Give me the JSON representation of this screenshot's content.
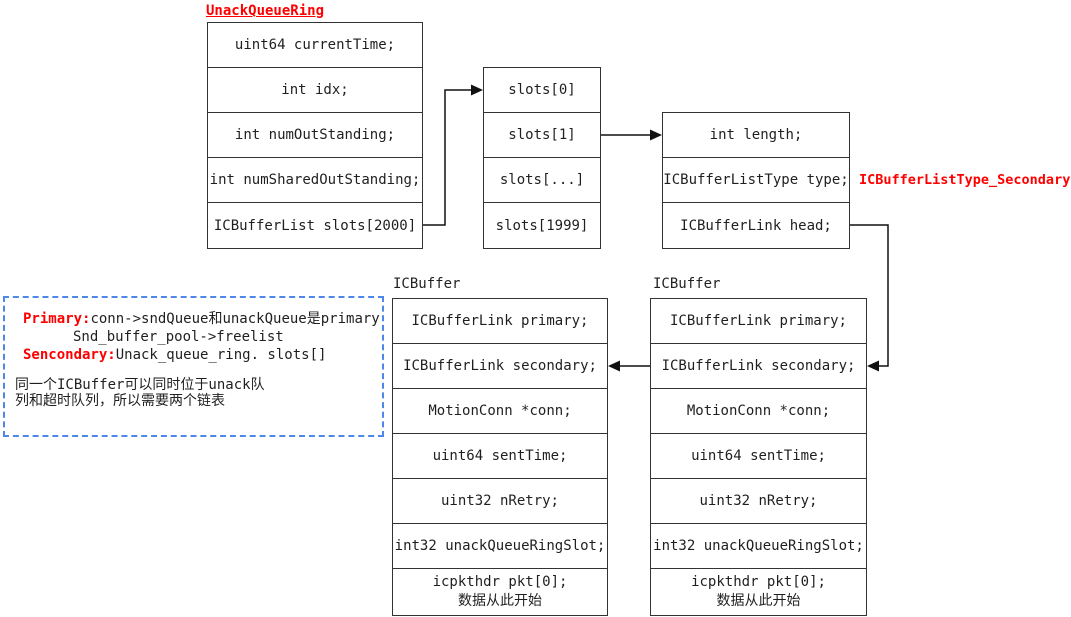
{
  "diagram": {
    "unack_queue_ring": {
      "label": "UnackQueueRing",
      "fields": [
        "uint64 currentTime;",
        "int idx;",
        "int numOutStanding;",
        "int numSharedOutStanding;",
        "ICBufferList slots[2000]"
      ]
    },
    "slots_array": {
      "fields": [
        "slots[0]",
        "slots[1]",
        "slots[...]",
        "slots[1999]"
      ]
    },
    "icbuffer_list": {
      "fields": [
        "int length;",
        "ICBufferListType type;",
        "ICBufferLink head;"
      ],
      "side_label": "ICBufferListType_Secondary"
    },
    "note_box": {
      "primary_key": "Primary:",
      "primary_text": "conn->sndQueue和unackQueue是primary",
      "primary_text2": "Snd_buffer_pool->freelist",
      "secondary_key": "Sencondary:",
      "secondary_text": "Unack_queue_ring. slots[]",
      "comment_line1": "同一个ICBuffer可以同时位于unack队",
      "comment_line2": "列和超时队列，所以需要两个链表"
    },
    "icbuffer_left": {
      "label": "ICBuffer",
      "fields": [
        "ICBufferLink primary;",
        "ICBufferLink secondary;",
        "MotionConn *conn;",
        "uint64 sentTime;",
        "uint32 nRetry;",
        "int32 unackQueueRingSlot;",
        "icpkthdr pkt[0];"
      ],
      "pkt_note": "数据从此开始"
    },
    "icbuffer_right": {
      "label": "ICBuffer",
      "fields": [
        "ICBufferLink primary;",
        "ICBufferLink secondary;",
        "MotionConn *conn;",
        "uint64 sentTime;",
        "uint32 nRetry;",
        "int32 unackQueueRingSlot;",
        "icpkthdr pkt[0];"
      ],
      "pkt_note": "数据从此开始"
    }
  },
  "colors": {
    "label_red": "#fe0000",
    "note_border_blue": "#4d87e8",
    "line_black": "#333333",
    "background": "#ffffff"
  }
}
